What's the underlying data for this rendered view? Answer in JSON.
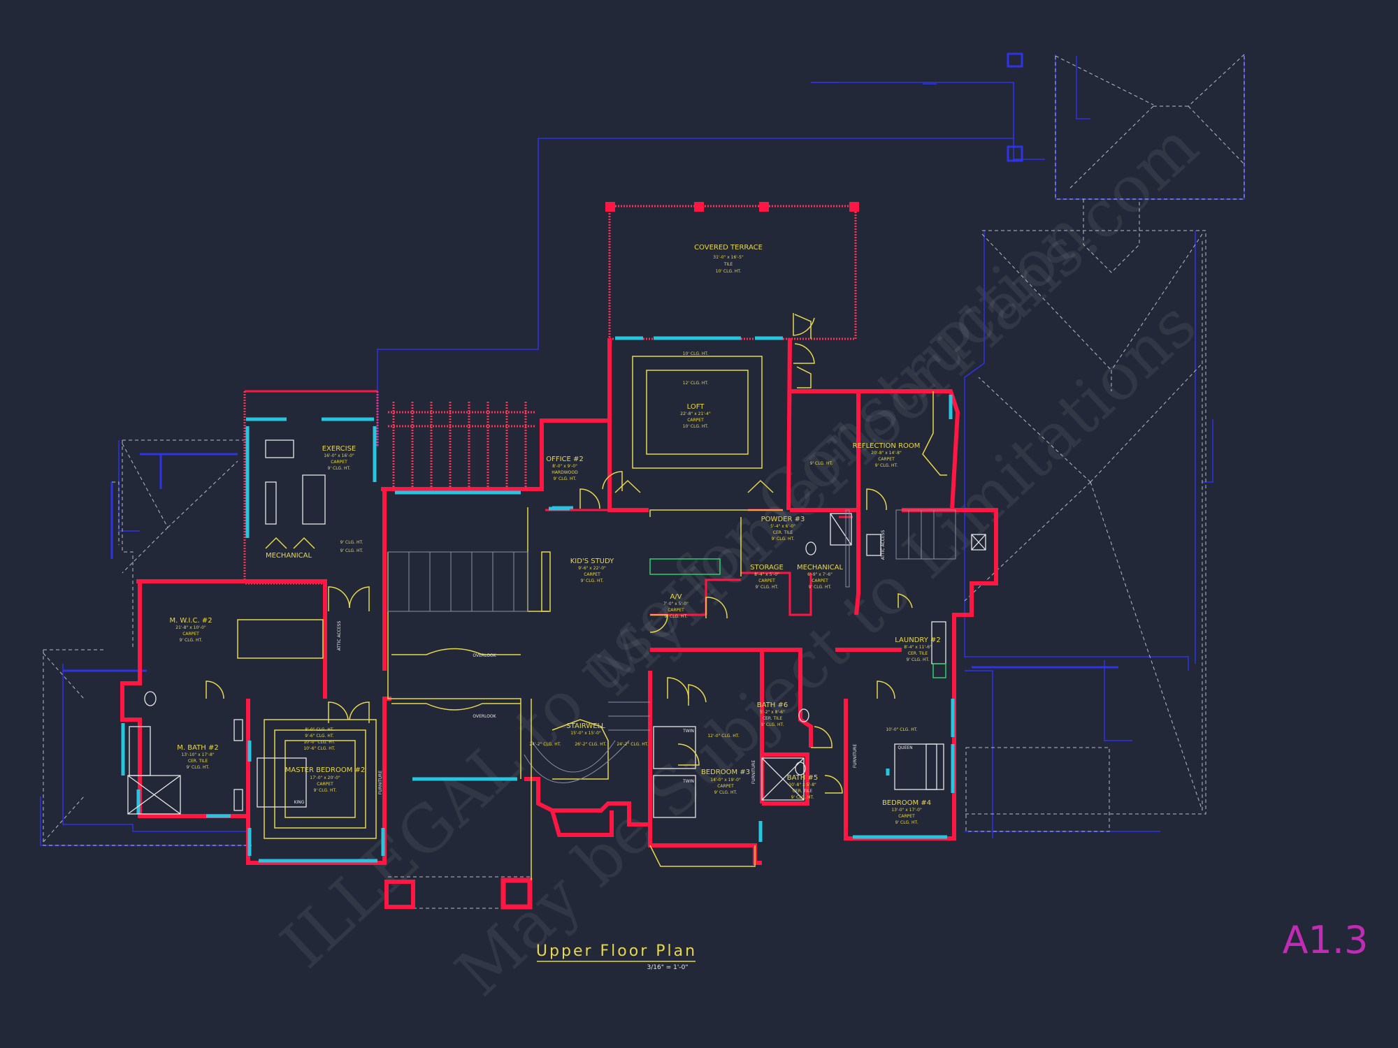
{
  "sheet": {
    "title": "Upper Floor Plan",
    "scale": "3/16\" = 1'-0\"",
    "number": "A1.3"
  },
  "watermarks": [
    "MyHomeFloorPlans.com",
    "ILLEGAL to use for Construction",
    "May be Subject to Limitations"
  ],
  "rooms": [
    {
      "id": "covered-terrace",
      "name": "COVERED TERRACE",
      "dims": "31'-0\" x 16'-5\"",
      "floor": "TILE",
      "ceiling": "10' CLG. HT."
    },
    {
      "id": "loft",
      "name": "LOFT",
      "dims": "22'-8\" x 21'-4\"",
      "floor": "CARPET",
      "ceiling": "10' CLG. HT."
    },
    {
      "id": "exercise",
      "name": "EXERCISE",
      "dims": "16'-0\" x 16'-0\"",
      "floor": "CARPET",
      "ceiling": "9' CLG. HT."
    },
    {
      "id": "office-2",
      "name": "OFFICE #2",
      "dims": "8'-0\" x 9'-0\"",
      "floor": "HARDWOOD",
      "ceiling": "9' CLG. HT."
    },
    {
      "id": "reflection-room",
      "name": "REFLECTION ROOM",
      "dims": "20'-8\" x 14'-8\"",
      "floor": "CARPET",
      "ceiling": "9' CLG. HT."
    },
    {
      "id": "powder-3",
      "name": "POWDER #3",
      "dims": "5'-4\" x 6'-0\"",
      "floor": "CER. TILE",
      "ceiling": "9' CLG. HT."
    },
    {
      "id": "kids-study",
      "name": "KID'S STUDY",
      "dims": "9'-6\" x 22'-0\"",
      "floor": "CARPET",
      "ceiling": "9' CLG. HT."
    },
    {
      "id": "storage",
      "name": "STORAGE",
      "dims": "8'-4\" x 5'-0\"",
      "floor": "CARPET",
      "ceiling": "9' CLG. HT."
    },
    {
      "id": "mechanical-2",
      "name": "MECHANICAL",
      "dims": "6'-9\" x 7'-6\"",
      "floor": "CARPET",
      "ceiling": "9' CLG. HT."
    },
    {
      "id": "mechanical-1",
      "name": "MECHANICAL",
      "dims": "",
      "floor": "",
      "ceiling": ""
    },
    {
      "id": "av",
      "name": "A/V",
      "dims": "7'-0\" x 5'-0\"",
      "floor": "CARPET",
      "ceiling": "9' CLG. HT."
    },
    {
      "id": "mwic-2",
      "name": "M. W.I.C. #2",
      "dims": "21'-8\" x 10'-0\"",
      "floor": "CARPET",
      "ceiling": "9' CLG. HT."
    },
    {
      "id": "laundry-2",
      "name": "LAUNDRY #2",
      "dims": "8'-4\" x 11'-6\"",
      "floor": "CER. TILE",
      "ceiling": "9' CLG. HT."
    },
    {
      "id": "stairwell",
      "name": "STAIRWELL",
      "dims": "15'-0\" x 15'-0\"",
      "floor": "",
      "ceiling": "26'-2\" CLG. HT."
    },
    {
      "id": "bath-6",
      "name": "BATH #6",
      "dims": "5'-2\" x 8'-6\"",
      "floor": "CER. TILE",
      "ceiling": "9' CLG. HT."
    },
    {
      "id": "bath-5",
      "name": "BATH #5",
      "dims": "10'-8\" x 5'-8\"",
      "floor": "CER. TILE",
      "ceiling": "9' CLG. HT."
    },
    {
      "id": "m-bath-2",
      "name": "M. BATH #2",
      "dims": "13'-10\" x 17'-8\"",
      "floor": "CER. TILE",
      "ceiling": "9' CLG. HT."
    },
    {
      "id": "master-bedroom-2",
      "name": "MASTER BEDROOM #2",
      "dims": "17'-0\" x 20'-0\"",
      "floor": "CARPET",
      "ceiling": "9' CLG. HT."
    },
    {
      "id": "bedroom-3",
      "name": "BEDROOM #3",
      "dims": "14'-0\" x 19'-0\"",
      "floor": "CARPET",
      "ceiling": "9' CLG. HT."
    },
    {
      "id": "bedroom-4",
      "name": "BEDROOM #4",
      "dims": "13'-0\" x 17'-0\"",
      "floor": "CARPET",
      "ceiling": "9' CLG. HT."
    }
  ],
  "notes": {
    "overlook_1": "OVERLOOK",
    "overlook_2": "OVERLOOK",
    "attic_access_1": "ATTIC ACCESS",
    "attic_access_2": "ATTIC ACCESS",
    "furniture_1": "FURNITURE",
    "furniture_2": "FURNITURE",
    "furniture_3": "FURNITURE",
    "loft_clg": "10' CLG. HT.",
    "loft_clg_2": "12' CLG. HT.",
    "clg_9_a": "9' CLG. HT.",
    "clg_9_b": "9' CLG. HT.",
    "clg_9_c": "9' CLG. HT.",
    "clg_stair_a": "24'-2\" CLG. HT.",
    "clg_stair_b": "24'-2\" CLG. HT.",
    "master_clg_1": "8'-0\" CLG. HT.",
    "master_clg_2": "9'-6\" CLG. HT.",
    "master_clg_3": "10'-0\" CLG. HT.",
    "master_clg_4": "10'-6\" CLG. HT.",
    "bed3_clg": "12'-0\" CLG. HT.",
    "bed4_clg": "10'-0\" CLG. HT.",
    "king": "KING",
    "twin_a": "TWIN",
    "twin_b": "TWIN",
    "queen": "QUEEN"
  }
}
